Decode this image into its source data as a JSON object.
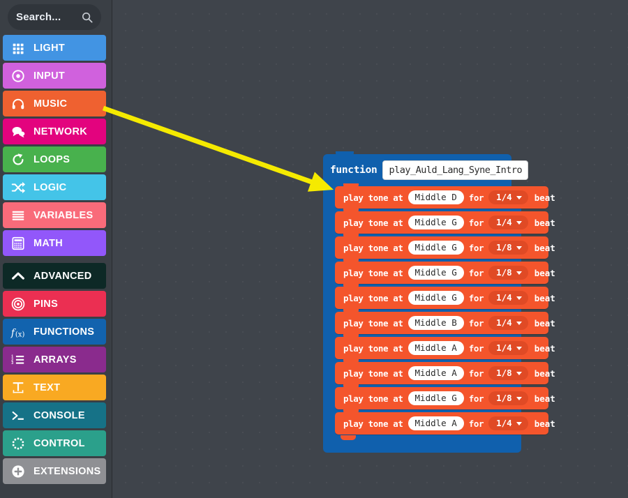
{
  "search": {
    "placeholder": "Search...",
    "icon": "search-icon"
  },
  "toolbox": {
    "categories": [
      {
        "label": "LIGHT",
        "color": "#4294e3",
        "icon": "grid-dots-icon"
      },
      {
        "label": "INPUT",
        "color": "#d061dd",
        "icon": "target-dot-icon"
      },
      {
        "label": "MUSIC",
        "color": "#ef6130",
        "icon": "headphones-icon"
      },
      {
        "label": "NETWORK",
        "color": "#e3037e",
        "icon": "speech-bubbles-icon"
      },
      {
        "label": "LOOPS",
        "color": "#48b14d",
        "icon": "loop-arrow-icon"
      },
      {
        "label": "LOGIC",
        "color": "#44c4e8",
        "icon": "shuffle-arrows-icon"
      },
      {
        "label": "VARIABLES",
        "color": "#f96b7a",
        "icon": "list-lines-icon"
      },
      {
        "label": "MATH",
        "color": "#9257fa",
        "icon": "calculator-icon"
      },
      {
        "label": "ADVANCED",
        "color": "#0d2926",
        "icon": "chevron-up-icon",
        "separator_above": true
      },
      {
        "label": "PINS",
        "color": "#eb2f52",
        "icon": "concentric-circles-icon"
      },
      {
        "label": "FUNCTIONS",
        "color": "#1263ae",
        "icon": "function-fx-icon"
      },
      {
        "label": "ARRAYS",
        "color": "#8a2b8d",
        "icon": "numbered-list-icon"
      },
      {
        "label": "TEXT",
        "color": "#f9a922",
        "icon": "text-t-icon"
      },
      {
        "label": "CONSOLE",
        "color": "#167287",
        "icon": "terminal-prompt-icon"
      },
      {
        "label": "CONTROL",
        "color": "#2ba08b",
        "icon": "dotted-circle-icon"
      },
      {
        "label": "EXTENSIONS",
        "color": "#8f9094",
        "icon": "plus-circle-icon"
      }
    ]
  },
  "annotation": {
    "arrow": {
      "color": "#f5ea00",
      "from": [
        148,
        155
      ],
      "to": [
        478,
        272
      ]
    }
  },
  "workspace": {
    "function_block": {
      "keyword": "function",
      "name": "play_Auld_Lang_Syne_Intro",
      "header_color": "#1060ad",
      "statement_color": "#f4552c",
      "statements": [
        {
          "prefix": "play tone at",
          "note": "Middle D",
          "mid": "for",
          "duration": "1/4",
          "suffix": "beat"
        },
        {
          "prefix": "play tone at",
          "note": "Middle G",
          "mid": "for",
          "duration": "1/4",
          "suffix": "beat"
        },
        {
          "prefix": "play tone at",
          "note": "Middle G",
          "mid": "for",
          "duration": "1/8",
          "suffix": "beat"
        },
        {
          "prefix": "play tone at",
          "note": "Middle G",
          "mid": "for",
          "duration": "1/8",
          "suffix": "beat"
        },
        {
          "prefix": "play tone at",
          "note": "Middle G",
          "mid": "for",
          "duration": "1/4",
          "suffix": "beat"
        },
        {
          "prefix": "play tone at",
          "note": "Middle B",
          "mid": "for",
          "duration": "1/4",
          "suffix": "beat"
        },
        {
          "prefix": "play tone at",
          "note": "Middle A",
          "mid": "for",
          "duration": "1/4",
          "suffix": "beat"
        },
        {
          "prefix": "play tone at",
          "note": "Middle A",
          "mid": "for",
          "duration": "1/8",
          "suffix": "beat"
        },
        {
          "prefix": "play tone at",
          "note": "Middle G",
          "mid": "for",
          "duration": "1/8",
          "suffix": "beat"
        },
        {
          "prefix": "play tone at",
          "note": "Middle A",
          "mid": "for",
          "duration": "1/4",
          "suffix": "beat"
        }
      ]
    }
  }
}
